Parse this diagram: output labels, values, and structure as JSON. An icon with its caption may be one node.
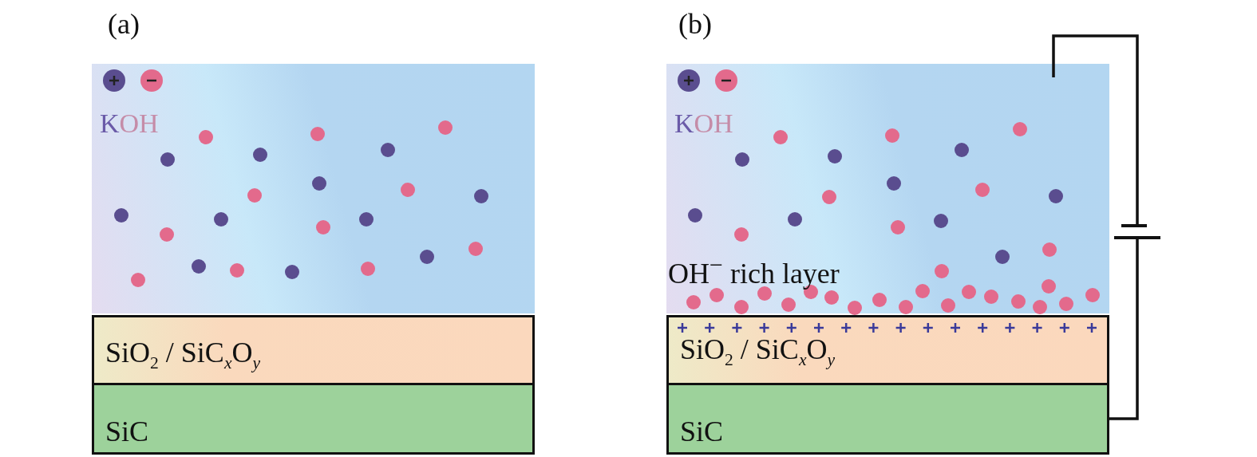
{
  "diagram": {
    "nodes": [
      {
        "text": [
          "KOH"
        ]
      },
      {
        "text": [
          "SiO$_{2}$ / SiC$_{x}$O$_{y}$"
        ]
      },
      {
        "text": [
          "SiC"
        ]
      },
      {
        "text": [
          "KOH",
          "OH$^{−}$ rich layer"
        ]
      },
      {
        "text": [
          "SiO$_{2}$ / SiC$_{x}$O$_{y}$"
        ]
      },
      {
        "text": [
          "SiC"
        ]
      },
      {
        "text": [],
        "shape": "battery"
      }
    ],
    "edges": [
      {
        "from": 3,
        "to": 6,
        "arrow": "none"
      },
      {
        "from": 6,
        "to": 5,
        "arrow": "none"
      }
    ],
    "labels": [
      "(a)",
      "(b)"
    ]
  }
}
